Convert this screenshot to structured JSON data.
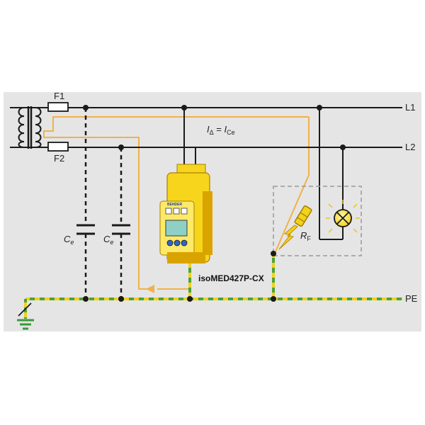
{
  "colors": {
    "panel_background": "#e5e5e6",
    "wire": "#1a1a1a",
    "pe_green": "#4fa23a",
    "pe_yellow": "#f2d21a",
    "fault_path": "#f0b24a",
    "device_yellow": "#f7d51c",
    "device_dark": "#d9a400",
    "lcd": "#8fd0c6",
    "lamp": "#f5d21a",
    "ground_green": "#3c9a3c"
  },
  "labels": {
    "fuse_1": "F1",
    "fuse_2": "F2",
    "line_1": "L1",
    "line_2": "L2",
    "protective_earth": "PE",
    "capacitance_1_main": "C",
    "capacitance_1_sub": "e",
    "capacitance_2_main": "C",
    "capacitance_2_sub": "e",
    "fault_resistance_main": "R",
    "fault_resistance_sub": "F",
    "current_equation": {
      "i_delta_main": "I",
      "i_delta_sub": "Δ",
      "equals": " = ",
      "i_ce_main": "I",
      "i_ce_sub": "Ce"
    },
    "device_name": "isoMED427P-CX",
    "device_brand": "BENDER"
  }
}
